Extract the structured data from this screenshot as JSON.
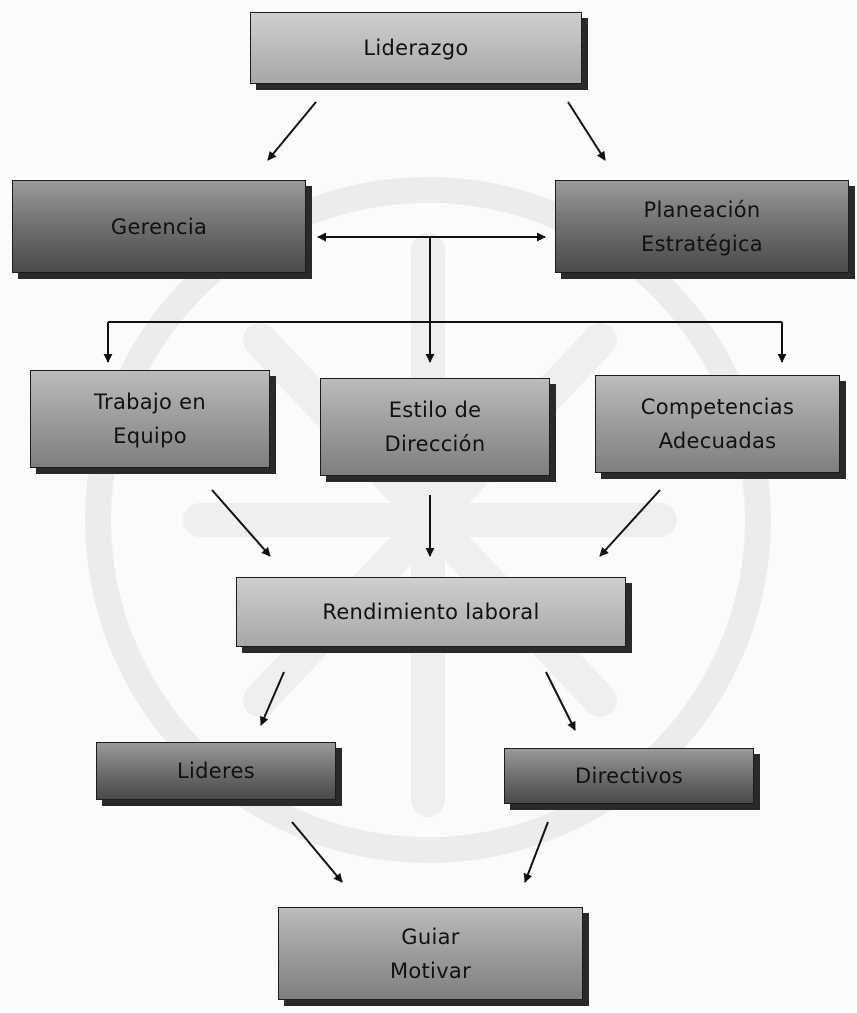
{
  "nodes": {
    "liderazgo": [
      "Liderazgo"
    ],
    "gerencia": [
      "Gerencia"
    ],
    "planeacion": [
      "Planeación",
      "Estratégica"
    ],
    "trabajo": [
      "Trabajo en",
      "Equipo"
    ],
    "estilo": [
      "Estilo de",
      "Dirección"
    ],
    "competencias": [
      "Competencias",
      "Adecuadas"
    ],
    "rendimiento": [
      "Rendimiento laboral"
    ],
    "lideres": [
      "Lideres"
    ],
    "directivos": [
      "Directivos"
    ],
    "guiar": [
      "Guiar",
      "Motivar"
    ]
  },
  "edges": [
    {
      "from": "liderazgo",
      "to": "gerencia"
    },
    {
      "from": "liderazgo",
      "to": "planeacion"
    },
    {
      "from": "gerencia",
      "to": "planeacion",
      "bidirectional": true
    },
    {
      "from": "gerencia-planeacion-link",
      "to": "trabajo"
    },
    {
      "from": "gerencia-planeacion-link",
      "to": "estilo"
    },
    {
      "from": "gerencia-planeacion-link",
      "to": "competencias"
    },
    {
      "from": "trabajo",
      "to": "rendimiento"
    },
    {
      "from": "estilo",
      "to": "rendimiento"
    },
    {
      "from": "competencias",
      "to": "rendimiento"
    },
    {
      "from": "rendimiento",
      "to": "lideres"
    },
    {
      "from": "rendimiento",
      "to": "directivos"
    },
    {
      "from": "lideres",
      "to": "guiar"
    },
    {
      "from": "directivos",
      "to": "guiar"
    }
  ]
}
